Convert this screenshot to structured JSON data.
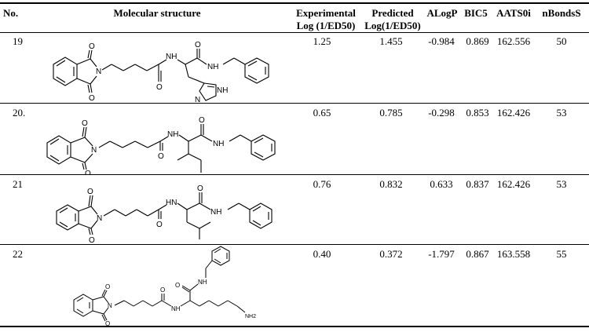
{
  "table": {
    "headers": {
      "no": "No.",
      "structure": "Molecular structure",
      "exp_line1": "Experimental",
      "exp_line2": "Log (1/ED50)",
      "pred_line1": "Predicted",
      "pred_line2": "Log(1/ED50)",
      "alogp": "ALogP",
      "bic5": "BIC5",
      "aats0i": "AATS0i",
      "nbonds": "nBondsS"
    },
    "rows": [
      {
        "no": "19",
        "experimental": "1.25",
        "predicted": "1.455",
        "alogp": "-0.984",
        "bic5": "0.869",
        "aats0i": "162.556",
        "nbonds": "50"
      },
      {
        "no": "20.",
        "experimental": "0.65",
        "predicted": "0.785",
        "alogp": "-0.298",
        "bic5": "0.853",
        "aats0i": "162.426",
        "nbonds": "53"
      },
      {
        "no": "21",
        "experimental": "0.76",
        "predicted": "0.832",
        "alogp": "0.633",
        "bic5": "0.837",
        "aats0i": "162.426",
        "nbonds": "53"
      },
      {
        "no": "22",
        "experimental": "0.40",
        "predicted": "0.372",
        "alogp": "-1.797",
        "bic5": "0.867",
        "aats0i": "163.558",
        "nbonds": "55"
      }
    ]
  },
  "atoms": {
    "o": "O",
    "n": "N",
    "nh": "NH",
    "hn": "HN",
    "nh2": "NH2"
  }
}
